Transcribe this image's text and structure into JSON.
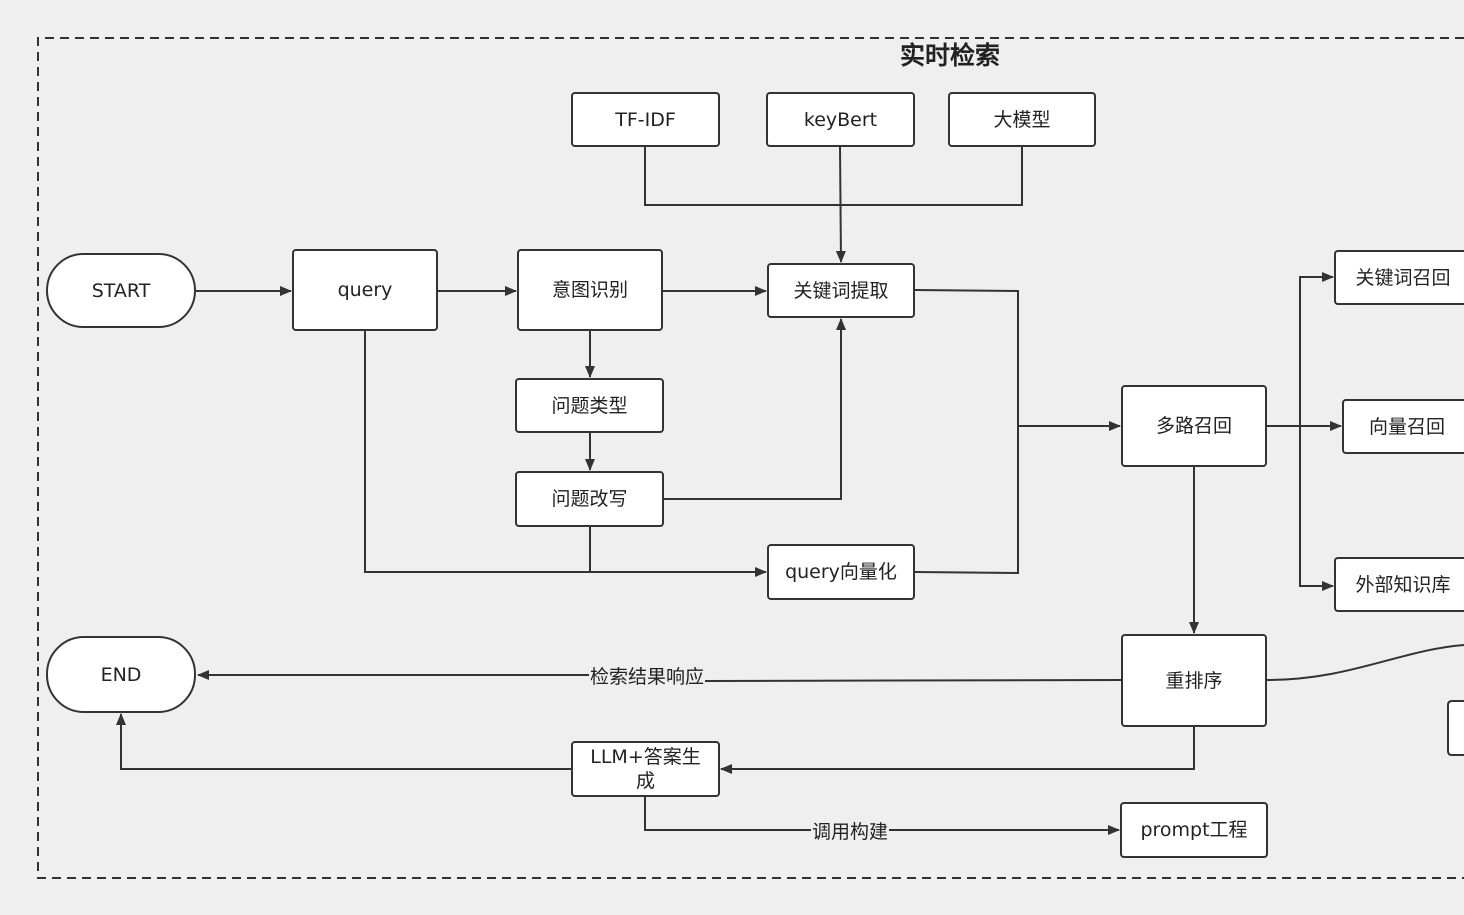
{
  "group_title": "实时检索",
  "nodes": {
    "start": "START",
    "query": "query",
    "intent": "意图识别",
    "keyword_extract": "关键词提取",
    "tfidf": "TF-IDF",
    "keybert": "keyBert",
    "llm_model": "大模型",
    "question_type": "问题类型",
    "question_rewrite": "问题改写",
    "query_vector": "query向量化",
    "multi_recall": "多路召回",
    "keyword_recall": "关键词召回",
    "vector_recall": "向量召回",
    "external_kb": "外部知识库",
    "rerank": "重排序",
    "end": "END",
    "llm_answer": "LLM+答案生成",
    "prompt": "prompt工程"
  },
  "edge_labels": {
    "rerank_to_end": "检索结果响应",
    "llm_to_prompt": "调用构建"
  },
  "colors": {
    "background": "#efefef",
    "node_fill": "#ffffff",
    "stroke": "#333333"
  }
}
